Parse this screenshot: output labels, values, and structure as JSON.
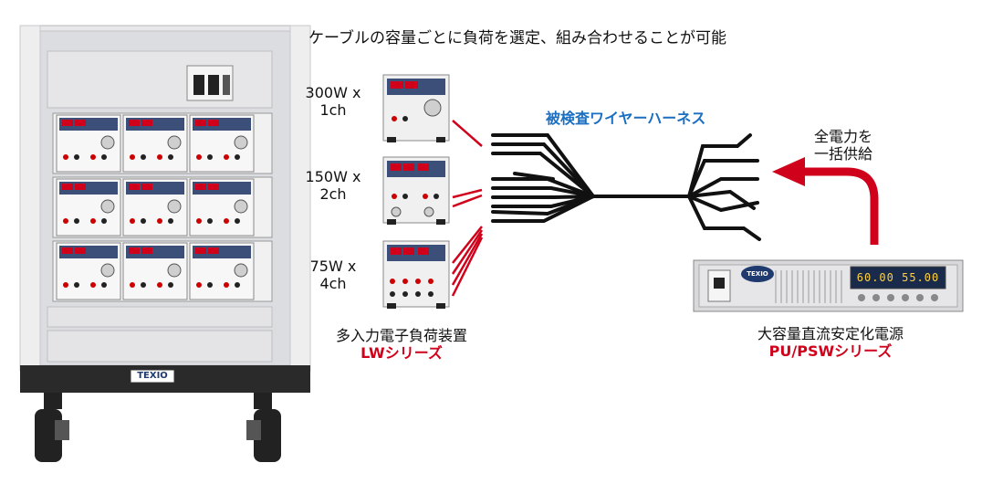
{
  "headline": "ケーブルの容量ごとに負荷を選定、組み合わせることが可能",
  "loads": [
    {
      "rating": "300W x",
      "channels": "1ch"
    },
    {
      "rating": "150W x",
      "channels": "2ch"
    },
    {
      "rating": "75W x",
      "channels": "4ch"
    }
  ],
  "harness_label": "被検査ワイヤーハーネス",
  "power_note_line1": "全電力を",
  "power_note_line2": "一括供給",
  "load_device": {
    "name": "多入力電子負荷装置",
    "series": "LWシリーズ"
  },
  "supply_device": {
    "name": "大容量直流安定化電源",
    "series": "PU/PSWシリーズ",
    "display_readout": "60.00 55.00"
  },
  "brand": "TEXIO",
  "colors": {
    "accent_red": "#d0021b",
    "accent_blue": "#1a6fc2"
  }
}
